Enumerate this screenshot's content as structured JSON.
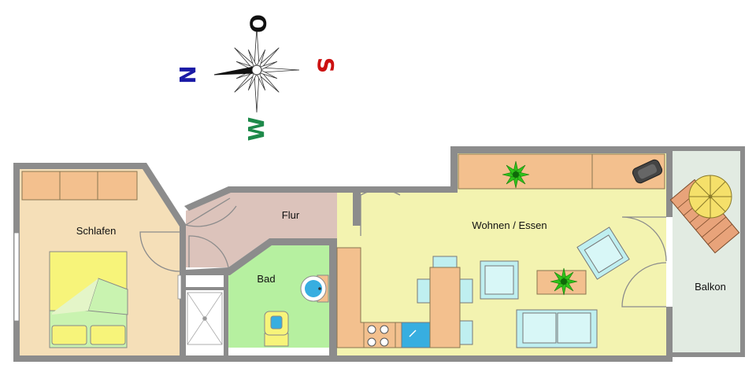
{
  "rooms": {
    "schlafen": "Schlafen",
    "flur": "Flur",
    "bad": "Bad",
    "wohnen": "Wohnen / Essen",
    "balkon": "Balkon"
  },
  "compass": {
    "north": "N",
    "south": "S",
    "east": "O",
    "west": "W",
    "north_color": "#1a1aa6",
    "south_color": "#cc1111",
    "east_color": "#111111",
    "west_color": "#1e8a4a"
  },
  "colors": {
    "wall": "#8c8c8c",
    "schlafen": "#f5dfb8",
    "flur": "#dcc3bb",
    "bad": "#b6f0a0",
    "wohnen": "#f3f3b0",
    "balkon": "#e2ebe2",
    "cabinet": "#f3c08e",
    "bed": "#f7f47a",
    "sofa": "#bfeff0"
  }
}
